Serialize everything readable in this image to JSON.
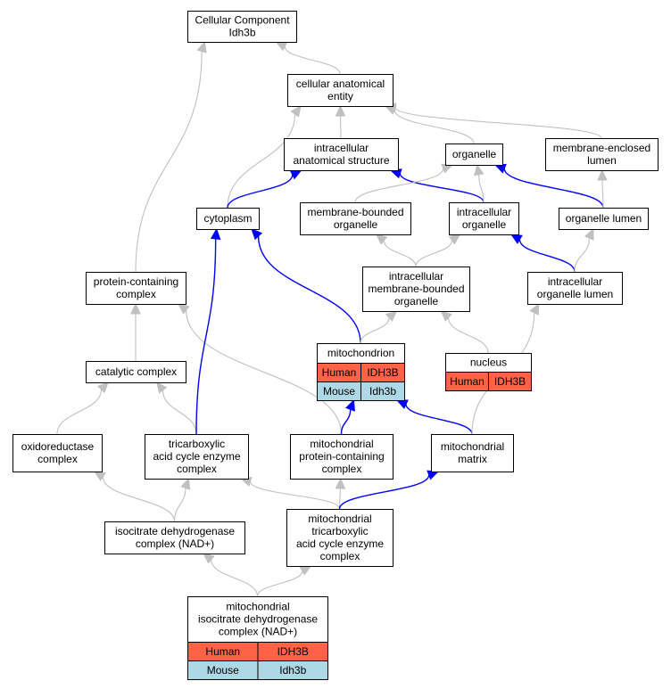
{
  "colors": {
    "gray_edge": "#c0c0c0",
    "blue_edge": "#0000ff",
    "human_fill": "#ff6347",
    "mouse_fill": "#add8e6",
    "node_fill": "#ffffff",
    "node_stroke": "#000000"
  },
  "nodes": [
    {
      "id": "cc",
      "lines": [
        "Cellular Component",
        "Idh3b"
      ]
    },
    {
      "id": "cae",
      "lines": [
        "cellular anatomical",
        "entity"
      ]
    },
    {
      "id": "ias",
      "lines": [
        "intracellular",
        "anatomical structure"
      ]
    },
    {
      "id": "org",
      "lines": [
        "organelle"
      ]
    },
    {
      "id": "mel",
      "lines": [
        "membrane-enclosed",
        "lumen"
      ]
    },
    {
      "id": "cyt",
      "lines": [
        "cytoplasm"
      ]
    },
    {
      "id": "mbo",
      "lines": [
        "membrane-bounded",
        "organelle"
      ]
    },
    {
      "id": "io",
      "lines": [
        "intracellular",
        "organelle"
      ]
    },
    {
      "id": "ol",
      "lines": [
        "organelle lumen"
      ]
    },
    {
      "id": "pcc",
      "lines": [
        "protein-containing",
        "complex"
      ]
    },
    {
      "id": "imbo",
      "lines": [
        "intracellular",
        "membrane-bounded",
        "organelle"
      ]
    },
    {
      "id": "iol",
      "lines": [
        "intracellular",
        "organelle lumen"
      ]
    },
    {
      "id": "mito",
      "lines": [
        "mitochondrion"
      ],
      "human": "IDH3B",
      "mouse": "Idh3b"
    },
    {
      "id": "nuc",
      "lines": [
        "nucleus"
      ],
      "human": "IDH3B"
    },
    {
      "id": "cat",
      "lines": [
        "catalytic complex"
      ]
    },
    {
      "id": "oxi",
      "lines": [
        "oxidoreductase",
        "complex"
      ]
    },
    {
      "id": "tca",
      "lines": [
        "tricarboxylic",
        "acid cycle enzyme",
        "complex"
      ]
    },
    {
      "id": "mpcc",
      "lines": [
        "mitochondrial",
        "protein-containing",
        "complex"
      ]
    },
    {
      "id": "mm",
      "lines": [
        "mitochondrial",
        "matrix"
      ]
    },
    {
      "id": "idh",
      "lines": [
        "isocitrate dehydrogenase",
        "complex (NAD+)"
      ]
    },
    {
      "id": "mtca",
      "lines": [
        "mitochondrial",
        "tricarboxylic",
        "acid cycle enzyme",
        "complex"
      ]
    },
    {
      "id": "midh",
      "lines": [
        "mitochondrial",
        "isocitrate dehydrogenase",
        "complex (NAD+)"
      ],
      "human": "IDH3B",
      "mouse": "Idh3b"
    }
  ],
  "species": {
    "human": "Human",
    "mouse": "Mouse"
  },
  "edges": [
    {
      "from": "cae",
      "to": "cc",
      "color": "gray"
    },
    {
      "from": "pcc",
      "to": "cc",
      "color": "gray"
    },
    {
      "from": "ias",
      "to": "cae",
      "color": "gray"
    },
    {
      "from": "org",
      "to": "cae",
      "color": "gray"
    },
    {
      "from": "mel",
      "to": "cae",
      "color": "gray"
    },
    {
      "from": "cyt",
      "to": "cae",
      "color": "gray"
    },
    {
      "from": "cyt",
      "to": "ias",
      "color": "blue"
    },
    {
      "from": "io",
      "to": "ias",
      "color": "blue"
    },
    {
      "from": "mbo",
      "to": "org",
      "color": "gray"
    },
    {
      "from": "io",
      "to": "org",
      "color": "gray"
    },
    {
      "from": "ol",
      "to": "org",
      "color": "blue"
    },
    {
      "from": "ol",
      "to": "mel",
      "color": "gray"
    },
    {
      "from": "imbo",
      "to": "mbo",
      "color": "gray"
    },
    {
      "from": "imbo",
      "to": "io",
      "color": "gray"
    },
    {
      "from": "iol",
      "to": "io",
      "color": "blue"
    },
    {
      "from": "iol",
      "to": "ol",
      "color": "gray"
    },
    {
      "from": "mito",
      "to": "cyt",
      "color": "blue"
    },
    {
      "from": "mito",
      "to": "imbo",
      "color": "gray"
    },
    {
      "from": "nuc",
      "to": "imbo",
      "color": "gray"
    },
    {
      "from": "cat",
      "to": "pcc",
      "color": "gray"
    },
    {
      "from": "mpcc",
      "to": "pcc",
      "color": "gray"
    },
    {
      "from": "oxi",
      "to": "cat",
      "color": "gray"
    },
    {
      "from": "tca",
      "to": "cat",
      "color": "gray"
    },
    {
      "from": "tca",
      "to": "cyt",
      "color": "blue"
    },
    {
      "from": "mpcc",
      "to": "mito",
      "color": "blue"
    },
    {
      "from": "mm",
      "to": "mito",
      "color": "blue"
    },
    {
      "from": "mm",
      "to": "iol",
      "color": "gray"
    },
    {
      "from": "idh",
      "to": "oxi",
      "color": "gray"
    },
    {
      "from": "idh",
      "to": "tca",
      "color": "gray"
    },
    {
      "from": "mtca",
      "to": "tca",
      "color": "gray"
    },
    {
      "from": "mtca",
      "to": "mpcc",
      "color": "gray"
    },
    {
      "from": "mtca",
      "to": "mm",
      "color": "blue"
    },
    {
      "from": "midh",
      "to": "idh",
      "color": "gray"
    },
    {
      "from": "midh",
      "to": "mtca",
      "color": "gray"
    }
  ]
}
